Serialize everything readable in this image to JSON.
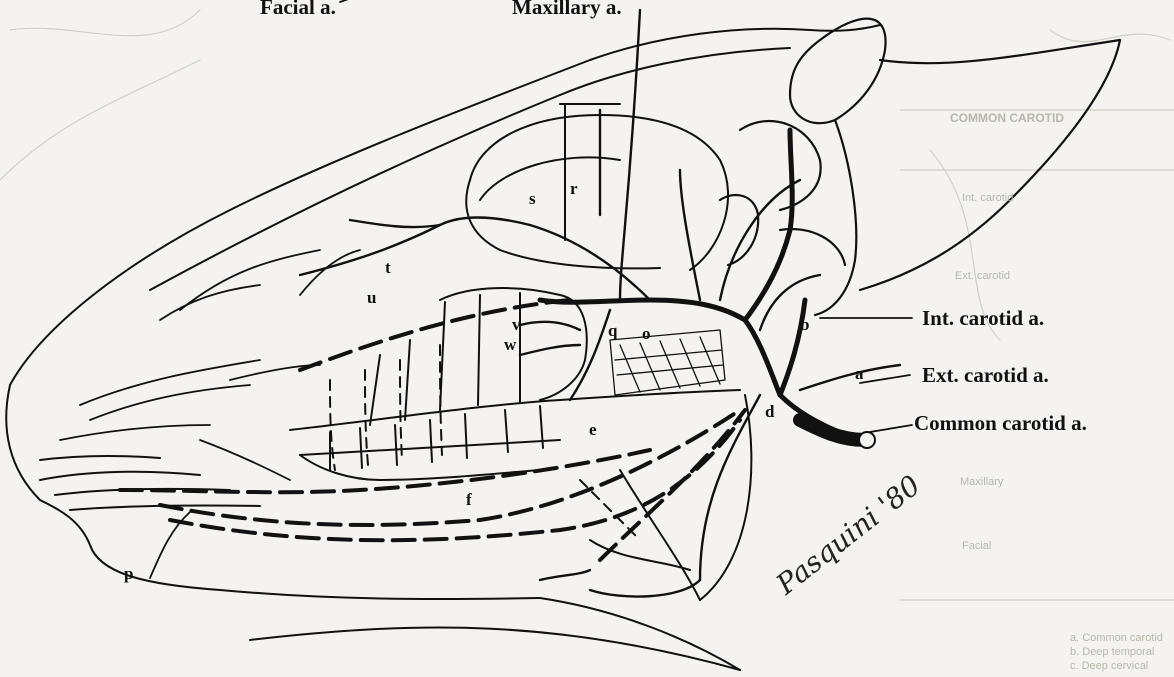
{
  "labels": {
    "facial": "Facial a.",
    "maxillary": "Maxillary a.",
    "int_carotid": "Int. carotid a.",
    "ext_carotid": "Ext. carotid a.",
    "common_carotid": "Common carotid a.",
    "a": "a",
    "b": "b",
    "d": "d",
    "e": "e",
    "f": "f",
    "o": "o",
    "p": "p",
    "q": "q",
    "r": "r",
    "s": "s",
    "t": "t",
    "u": "u",
    "v": "v",
    "w": "w"
  },
  "signature": "Pasquini '80",
  "bleed_through": {
    "heading": "COMMON CAROTID",
    "side_items": [
      "Int. carotid",
      "Ext. carotid",
      "Maxillary",
      "Facial"
    ],
    "footer_right": [
      "a. Common carotid",
      "b. Deep temporal",
      "c. Deep cervical"
    ]
  },
  "colors": {
    "ink": "#111111",
    "paper": "#f4f3ef",
    "ghost": "#b9b6ae"
  }
}
